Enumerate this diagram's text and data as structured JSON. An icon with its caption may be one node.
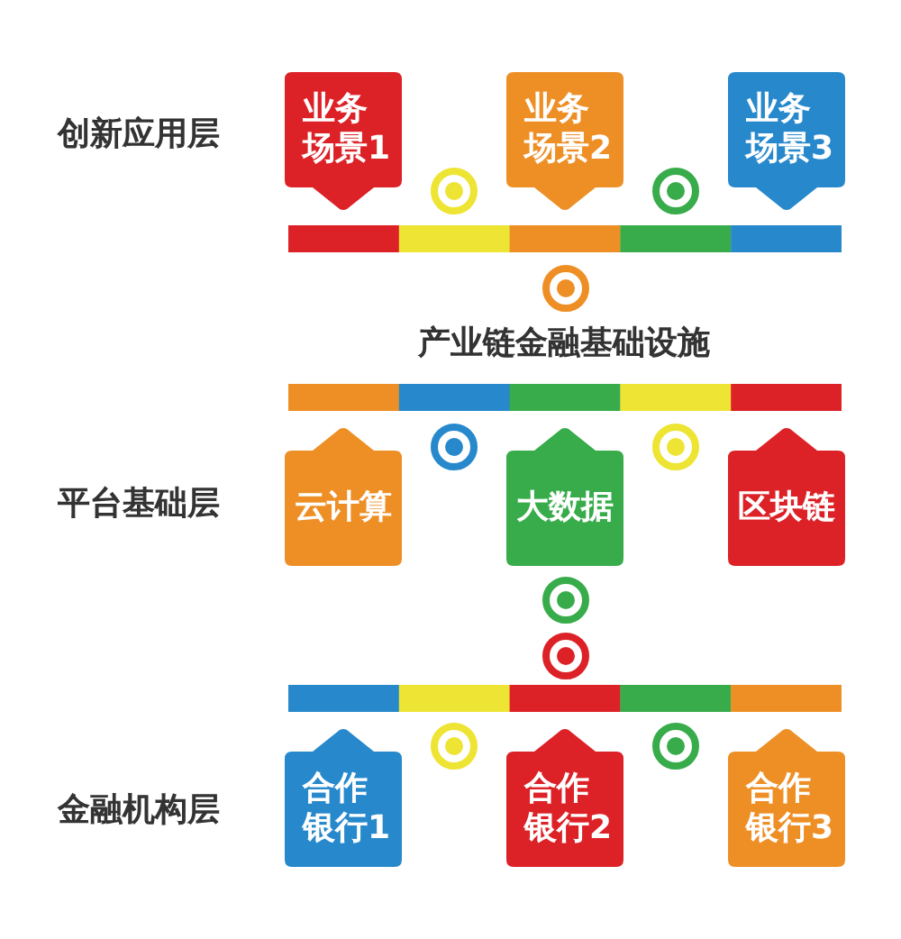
{
  "diagram": {
    "nodes": [
      {
        "text": [
          "业务场景1"
        ]
      },
      {
        "text": [
          "业务场景2"
        ]
      },
      {
        "text": [
          "业务场景3"
        ]
      },
      {
        "text": [
          "云计算"
        ]
      },
      {
        "text": [
          "大数据"
        ]
      },
      {
        "text": [
          "区块链"
        ]
      },
      {
        "text": [
          "合作银行1"
        ]
      },
      {
        "text": [
          "合作银行2"
        ]
      },
      {
        "text": [
          "合作银行3"
        ]
      }
    ],
    "labels": [
      "创新应用层",
      "产业链金融基础设施",
      "平台基础层",
      "金融机构层"
    ]
  }
}
